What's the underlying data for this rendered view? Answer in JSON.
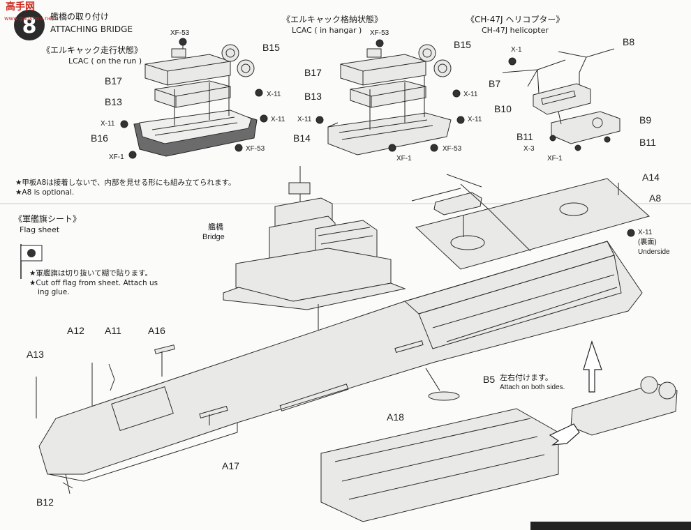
{
  "watermark": "高手网",
  "watermark_sub": "www.gaoshou.net",
  "bridge_section": {
    "jp": "艦橋の取り付け",
    "en": "ATTACHING BRIDGE"
  },
  "lcac_run": {
    "jp": "《エルキャック走行状態》",
    "en": "LCAC ( on the run )"
  },
  "lcac_hangar": {
    "jp": "《エルキャック格納状態》",
    "en": "LCAC ( in hangar )"
  },
  "ch47": {
    "jp": "《CH-47J ヘリコプター》",
    "en": "CH-47J helicopter"
  },
  "a8_note_jp": "★甲板A8は接着しないで、内部を見せる形にも組み立てられます。",
  "a8_note_en": "★A8 is optional.",
  "flag_sheet": {
    "jp": "《軍艦旗シート》",
    "en": "Flag sheet"
  },
  "flag_note_jp": "★軍艦旗は切り抜いて糊で貼ります。",
  "flag_note_en1": "★Cut off flag from sheet. Attach us",
  "flag_note_en2": "ing glue.",
  "bridge_label": {
    "jp": "艦橋",
    "en": "Bridge"
  },
  "underside": {
    "code": "X-11",
    "jp": "(裏面)",
    "en": "Underside"
  },
  "b5_note": {
    "jp": "左右付けます。",
    "en": "Attach on both sides."
  },
  "parts": {
    "xf53": "XF-53",
    "b15": "B15",
    "b17": "B17",
    "b13": "B13",
    "x11": "X-11",
    "b16": "B16",
    "xf1": "XF-1",
    "b14": "B14",
    "x1": "X-1",
    "b8": "B8",
    "b7": "B7",
    "b10": "B10",
    "b9": "B9",
    "b11": "B11",
    "x3": "X-3",
    "a14": "A14",
    "a8": "A8",
    "a12": "A12",
    "a11": "A11",
    "a16": "A16",
    "a13": "A13",
    "b5": "B5",
    "a18": "A18",
    "a17": "A17",
    "b12": "B12"
  }
}
